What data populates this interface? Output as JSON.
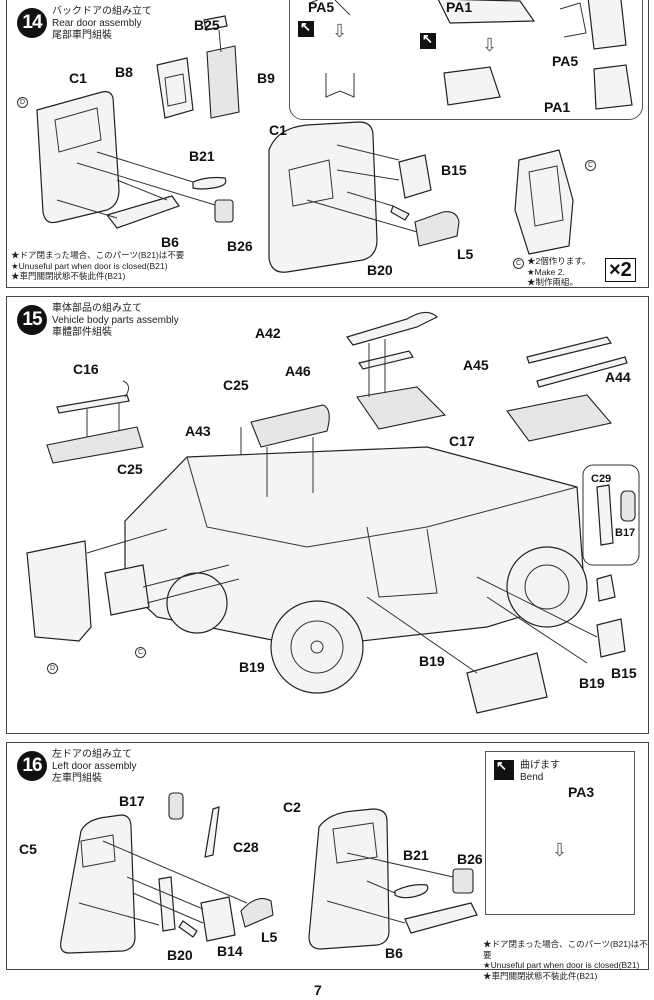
{
  "page_number": "7",
  "steps": {
    "s14": {
      "number": "14",
      "title_ja": "バックドアの組み立て",
      "title_en": "Rear door assembly",
      "title_zh": "尾部車門組裝",
      "labels": {
        "B25": "B25",
        "B8": "B8",
        "B9": "B9",
        "C1_left": "C1",
        "C1_right": "C1",
        "B21": "B21",
        "B6": "B6",
        "B26": "B26",
        "B15": "B15",
        "B20": "B20",
        "L5": "L5",
        "PA5_top": "PA5",
        "PA1_top": "PA1",
        "PA5_right": "PA5",
        "PA1_right": "PA1"
      },
      "marks": {
        "D": "D",
        "C": "C"
      },
      "note": {
        "ja": "★ドア閉まった場合、このパーツ(B21)は不要",
        "en": "★Unuseful part when door is closed(B21)",
        "zh": "★車門關閉狀態不裝此件(B21)"
      },
      "make_note": {
        "mark": "C",
        "ja": "★2個作ります。",
        "en": "★Make 2.",
        "zh": "★制作兩組。"
      },
      "multiplier": "×2"
    },
    "s15": {
      "number": "15",
      "title_ja": "車体部品の組み立て",
      "title_en": "Vehicle body parts assembly",
      "title_zh": "車體部件組裝",
      "labels": {
        "A42": "A42",
        "A46": "A46",
        "A45": "A45",
        "A44": "A44",
        "C16": "C16",
        "C25_top": "C25",
        "C25_bottom": "C25",
        "A43": "A43",
        "C17": "C17",
        "C29": "C29",
        "B17": "B17",
        "B15": "B15",
        "B19_left": "B19",
        "B19_mid": "B19",
        "B19_right": "B19"
      },
      "marks": {
        "D": "D",
        "C": "C"
      }
    },
    "s16": {
      "number": "16",
      "title_ja": "左ドアの組み立て",
      "title_en": "Left door assembly",
      "title_zh": "左車門組裝",
      "labels": {
        "B17": "B17",
        "C28": "C28",
        "C5": "C5",
        "B20": "B20",
        "B14": "B14",
        "L5": "L5",
        "C2": "C2",
        "B21": "B21",
        "B26": "B26",
        "B6": "B6",
        "PA3": "PA3"
      },
      "bend": {
        "ja": "曲げます",
        "en": "Bend"
      },
      "note": {
        "ja": "★ドア閉まった場合、このパーツ(B21)は不要",
        "en": "★Unuseful part when door is closed(B21)",
        "zh": "★車門關閉狀態不裝此件(B21)"
      }
    }
  }
}
